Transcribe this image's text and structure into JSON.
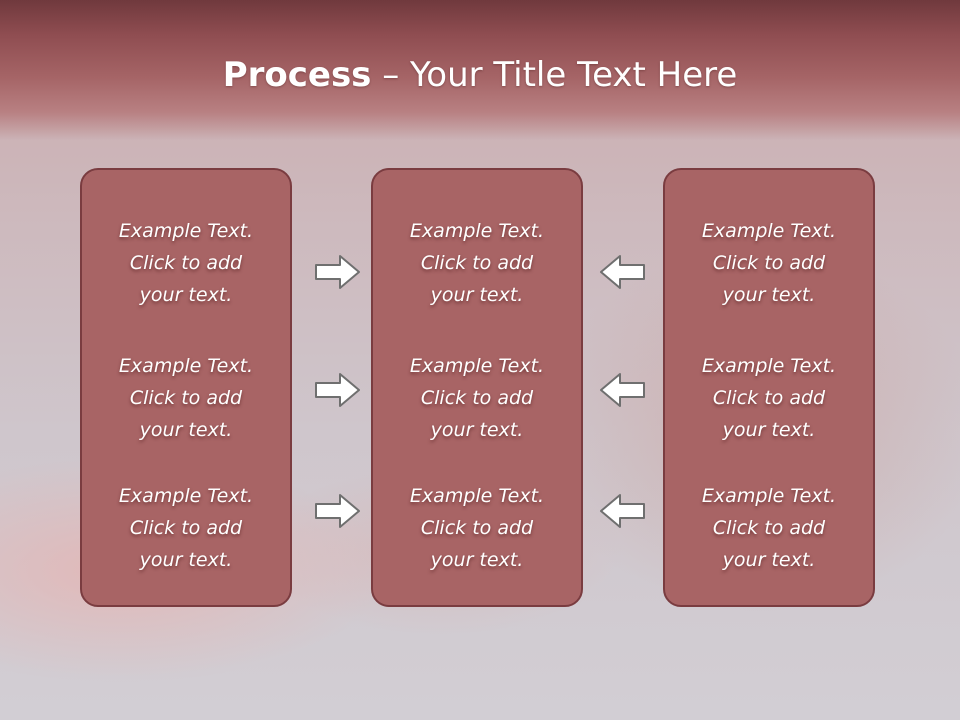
{
  "slide": {
    "title_bold": "Process",
    "title_rest": " – Your Title Text Here"
  },
  "columns": [
    {
      "items": [
        {
          "line1": "Example Text.",
          "line2": "Click  to add",
          "line3": "your text."
        },
        {
          "line1": "Example Text.",
          "line2": "Click  to add",
          "line3": "your text."
        },
        {
          "line1": "Example Text.",
          "line2": "Click  to add",
          "line3": "your text."
        }
      ]
    },
    {
      "items": [
        {
          "line1": "Example Text.",
          "line2": "Click  to add",
          "line3": "your text."
        },
        {
          "line1": "Example Text.",
          "line2": "Click  to add",
          "line3": "your text."
        },
        {
          "line1": "Example Text.",
          "line2": "Click  to add",
          "line3": "your text."
        }
      ]
    },
    {
      "items": [
        {
          "line1": "Example Text.",
          "line2": "Click  to add",
          "line3": "your text."
        },
        {
          "line1": "Example Text.",
          "line2": "Click  to add",
          "line3": "your text."
        },
        {
          "line1": "Example Text.",
          "line2": "Click  to add",
          "line3": "your text."
        }
      ]
    }
  ],
  "arrows": {
    "left_group": "arrow-right-icon",
    "right_group": "arrow-left-icon"
  },
  "colors": {
    "box_fill": "#a86465",
    "box_border": "#7a3c40",
    "header": "#a56466"
  }
}
